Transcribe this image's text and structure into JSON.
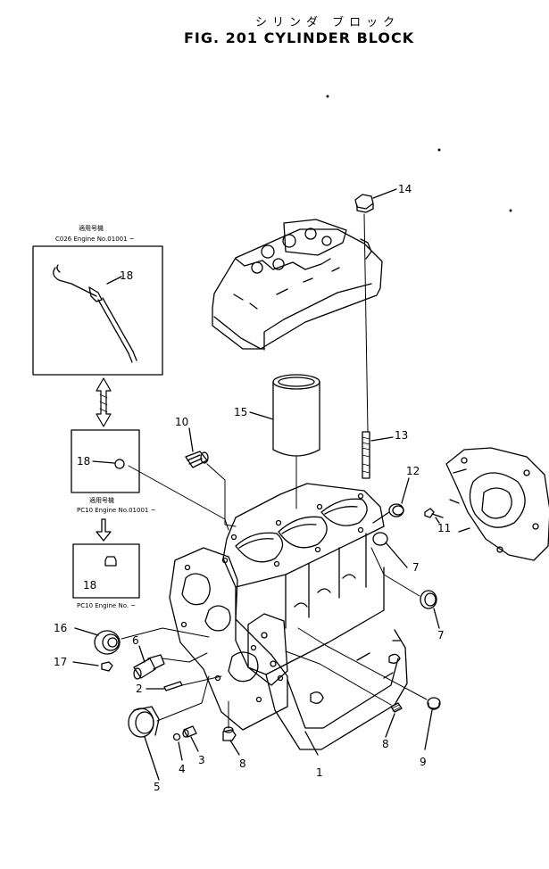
{
  "title": {
    "japanese": "シリンダ ブロック",
    "english": "FIG. 201  CYLINDER BLOCK"
  },
  "inset_boxes": [
    {
      "header_jp": "適用号機",
      "header_en": "C026 Engine No.01001 ~",
      "part": "18"
    },
    {
      "header_jp": "適用号機",
      "header_en": "PC10 Engine No.01001 ~",
      "part": "18"
    },
    {
      "header_en": "PC10 Engine No.  ~",
      "part": "18"
    }
  ],
  "callouts": {
    "c1": "1",
    "c2": "2",
    "c3": "3",
    "c4": "4",
    "c5": "5",
    "c6": "6",
    "c7a": "7",
    "c7b": "7",
    "c8a": "8",
    "c8b": "8",
    "c9": "9",
    "c10": "10",
    "c11": "11",
    "c12": "12",
    "c13": "13",
    "c14": "14",
    "c15": "15",
    "c16": "16",
    "c17": "17",
    "c18": "18"
  }
}
